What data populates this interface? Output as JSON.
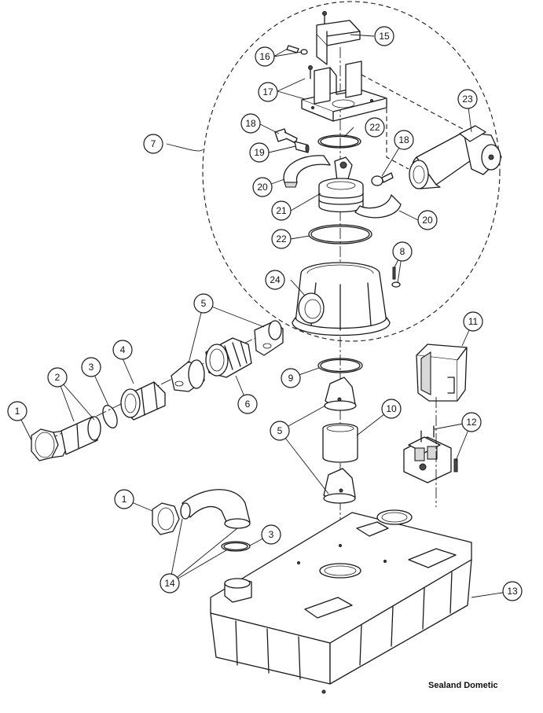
{
  "brand": "Sealand Dometic",
  "callouts": [
    "1",
    "2",
    "3",
    "4",
    "5",
    "6",
    "7",
    "8",
    "9",
    "10",
    "11",
    "12",
    "13",
    "14",
    "15",
    "16",
    "17",
    "18",
    "19",
    "20",
    "21",
    "22",
    "23",
    "24",
    "1",
    "3",
    "5",
    "18",
    "20",
    "22"
  ]
}
